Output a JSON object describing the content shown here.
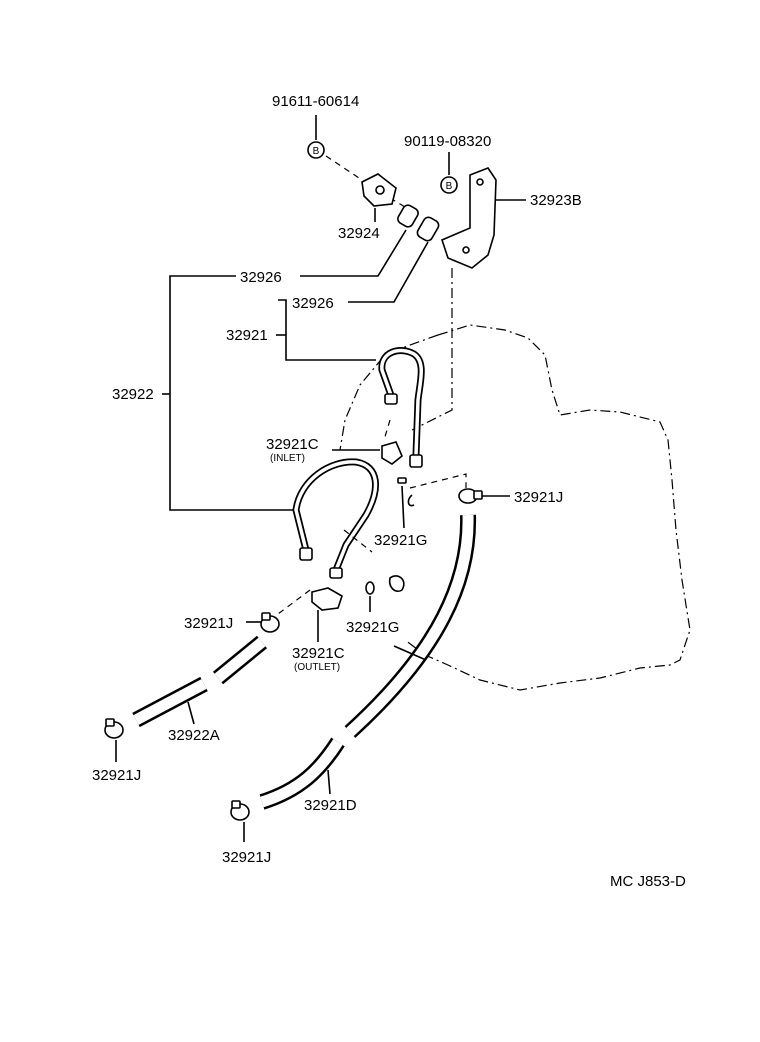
{
  "diagram": {
    "part_numbers": {
      "bolt_top": "91611-60614",
      "bolt_bracket": "90119-08320",
      "bracket": "32923B",
      "clamp": "32924",
      "grommet_outer": "32926",
      "grommet_inner": "32926",
      "tube_inlet": "32921",
      "tube_outlet": "32922",
      "union_inlet": "32921C",
      "union_inlet_note": "(INLET)",
      "union_outlet": "32921C",
      "union_outlet_note": "(OUTLET)",
      "clip_right": "32921J",
      "clip_left_mid": "32921J",
      "clip_left_low": "32921J",
      "clip_bottom": "32921J",
      "gasket_upper": "32921G",
      "gasket_lower": "32921G",
      "hose_left": "32922A",
      "hose_right": "32921D"
    },
    "bolt_mark": "B",
    "code": "MC J853-D"
  }
}
